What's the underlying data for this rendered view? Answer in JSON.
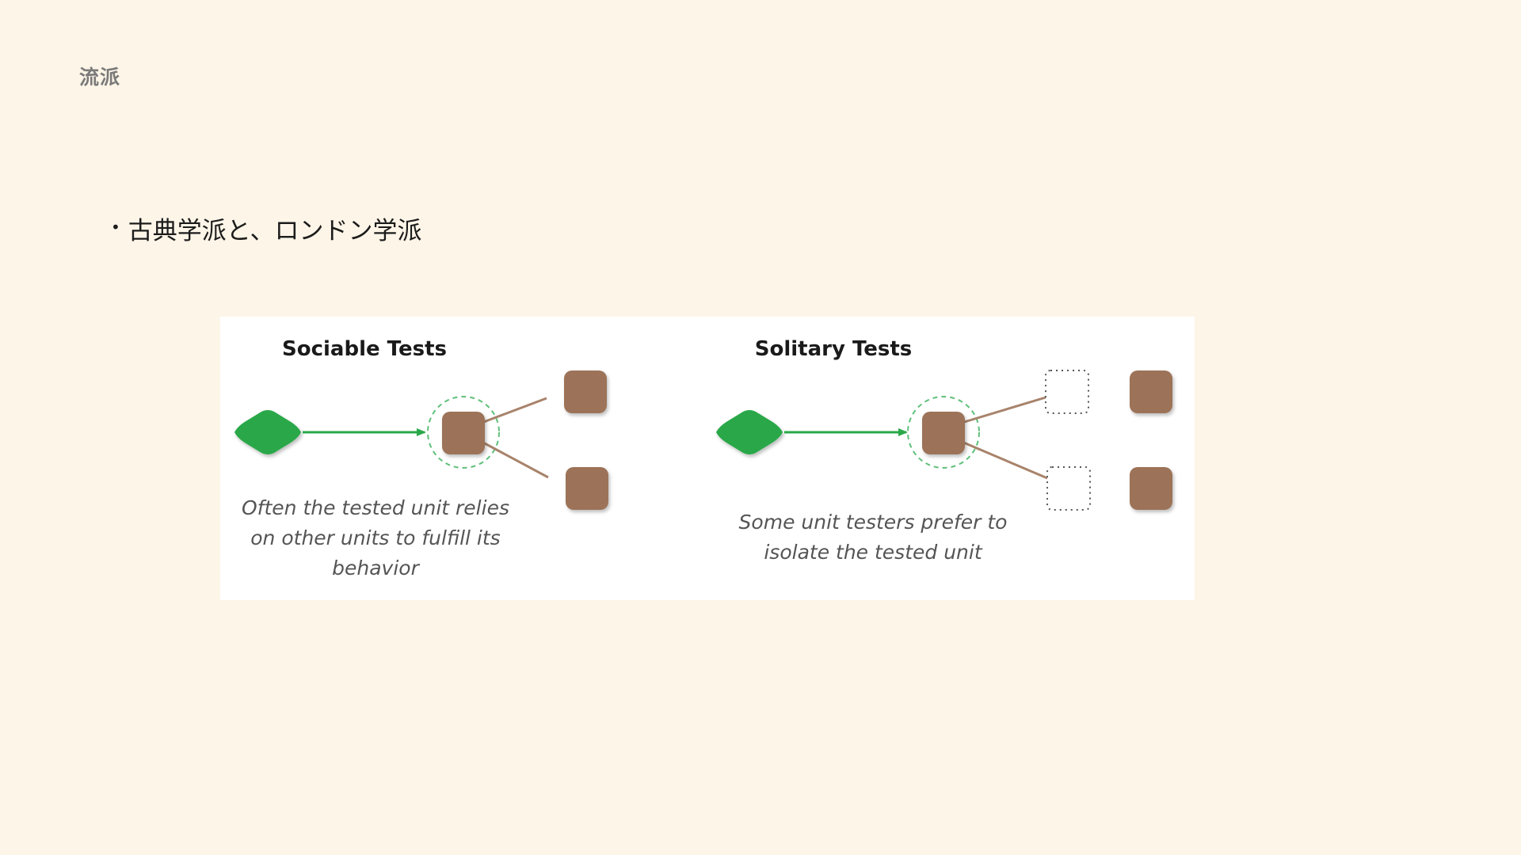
{
  "slide": {
    "title": "流派",
    "bullet": "古典学派と、ロンドン学派"
  },
  "diagram": {
    "sociable": {
      "title": "Sociable Tests",
      "caption": [
        "Often the tested unit relies",
        "on other units to fulfill its",
        "behavior"
      ]
    },
    "solitary": {
      "title": "Solitary Tests",
      "caption": [
        "Some unit testers prefer to",
        "isolate the tested unit"
      ]
    },
    "colors": {
      "background": "#fdf5e8",
      "green": "#2aa84a",
      "brown": "#9c7358",
      "line_brown": "#a8836b",
      "dashed_green": "#5fc07a",
      "dotted_gray": "#555555"
    }
  }
}
